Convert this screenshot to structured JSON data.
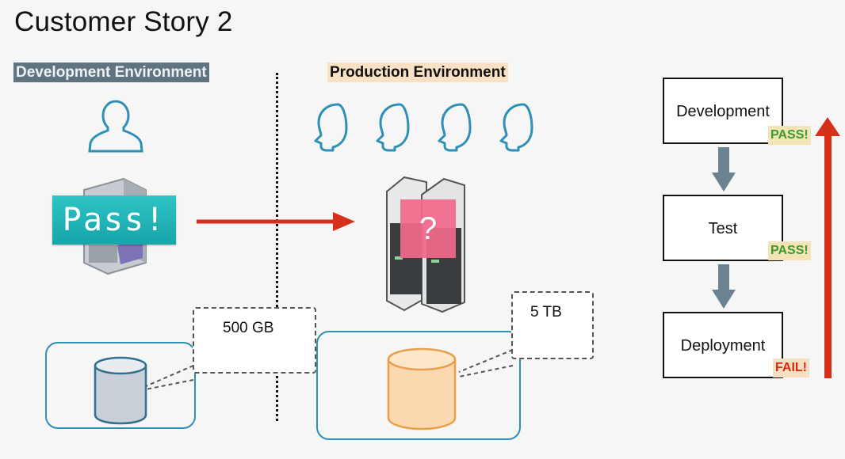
{
  "title": "Customer Story 2",
  "dev_env": {
    "label": "Development Environment",
    "status_label": "Pass!",
    "db_size_label": "500 GB"
  },
  "prod_env": {
    "label": "Production Environment",
    "server_status": "?",
    "db_size_label": "5 TB"
  },
  "pipeline": {
    "stages": [
      {
        "label": "Development",
        "result": "PASS!"
      },
      {
        "label": "Test",
        "result": "PASS!"
      },
      {
        "label": "Deployment",
        "result": "FAIL!"
      }
    ]
  },
  "colors": {
    "pass_banner": "#1bb0b2",
    "arrow_red": "#d7301a",
    "pass_text": "#3c9a2b",
    "fail_text": "#d82a12",
    "db_border": "#2f8fb5",
    "dev_db_fill": "#c9cfd6",
    "prod_db_fill": "#fcd8b0",
    "question_box": "#f06a8a"
  },
  "icons": [
    "person-outline-icon",
    "server-icon",
    "database-icon",
    "arrow-down-icon",
    "arrow-up-icon",
    "arrow-right-icon"
  ]
}
